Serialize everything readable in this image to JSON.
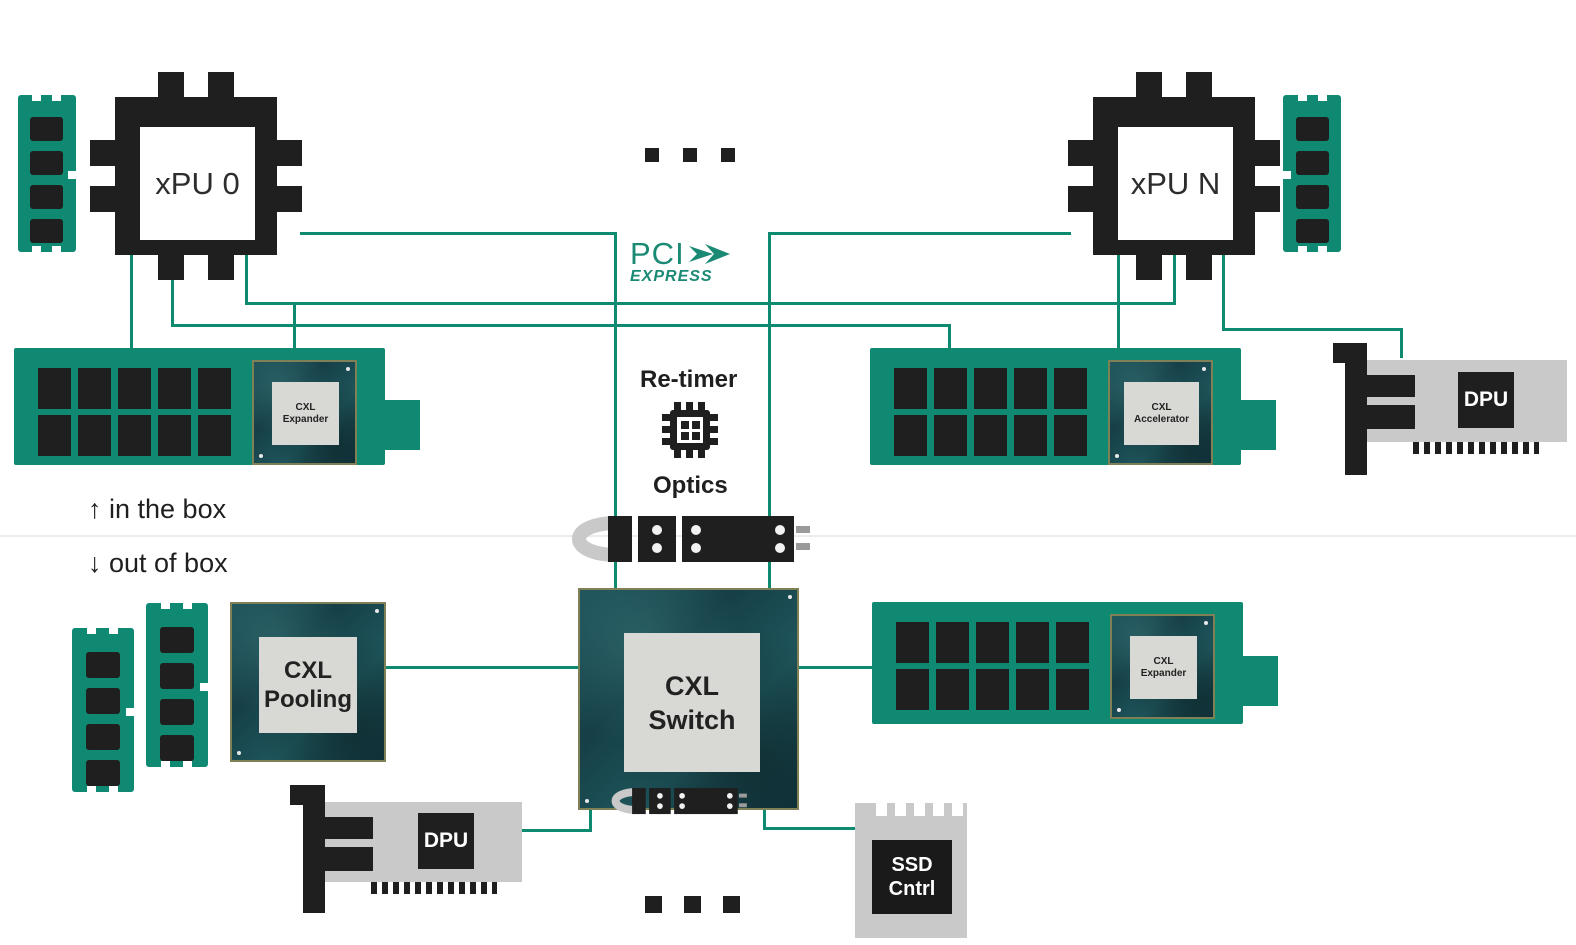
{
  "colors": {
    "teal_board": "#108973",
    "link_green": "#0d8a6f",
    "chip_dark_teal": "#1d5058",
    "chip_pad_gray": "#d8d8d5",
    "card_gray": "#c8c9c8",
    "black": "#1e1f1e",
    "pci_logo_teal": "#1b8a74"
  },
  "nodes": {
    "xpu0": {
      "label": "xPU 0"
    },
    "xpu_n": {
      "label": "xPU N"
    },
    "pci_logo": {
      "line1": "PCI",
      "line2": "EXPRESS"
    },
    "retimer": {
      "label": "Re-timer"
    },
    "optics": {
      "label": "Optics"
    },
    "board_left_chip": {
      "line1": "CXL",
      "line2": "Expander"
    },
    "board_right_chip": {
      "line1": "CXL",
      "line2": "Accelerator"
    },
    "board_bottom_chip": {
      "line1": "CXL",
      "line2": "Expander"
    },
    "dpu_top": {
      "label": "DPU"
    },
    "dpu_bottom": {
      "label": "DPU"
    },
    "cxl_pooling": {
      "line1": "CXL",
      "line2": "Pooling"
    },
    "cxl_switch": {
      "line1": "CXL",
      "line2": "Switch"
    },
    "ssd_cntrl": {
      "line1": "SSD",
      "line2": "Cntrl"
    }
  },
  "annotations": {
    "in_box": "↑ in the box",
    "out_of_box": "↓ out of box"
  }
}
